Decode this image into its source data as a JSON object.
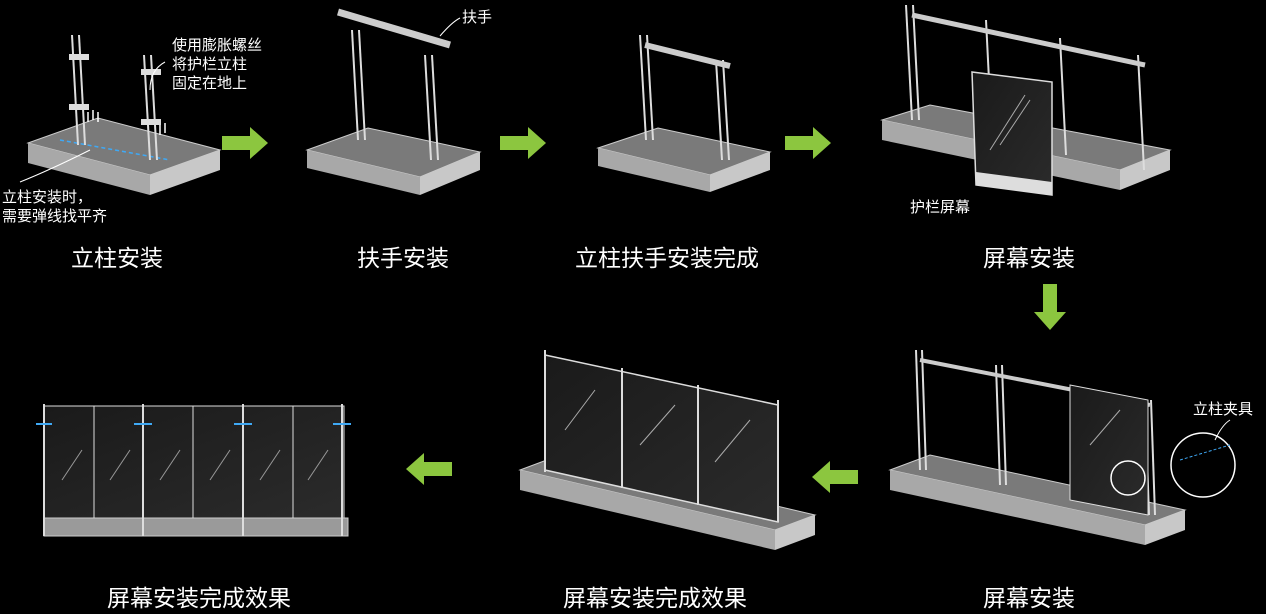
{
  "steps": [
    {
      "caption": "立柱安装",
      "note": "使用膨胀螺丝\n将护栏立柱\n固定在地上",
      "note2": "立柱安装时，\n需要弹线找平齐"
    },
    {
      "caption": "扶手安装",
      "note": "扶手"
    },
    {
      "caption": "立柱扶手安装完成"
    },
    {
      "caption": "屏幕安装",
      "note": "护栏屏幕"
    },
    {
      "caption": "屏幕安装",
      "note": "立柱夹具"
    },
    {
      "caption": "屏幕安装完成效果"
    },
    {
      "caption": "屏幕安装完成效果"
    }
  ],
  "colors": {
    "arrow": "#8cc63f",
    "background": "#000000",
    "line": "#ffffff",
    "base": "#8a8a8a"
  }
}
